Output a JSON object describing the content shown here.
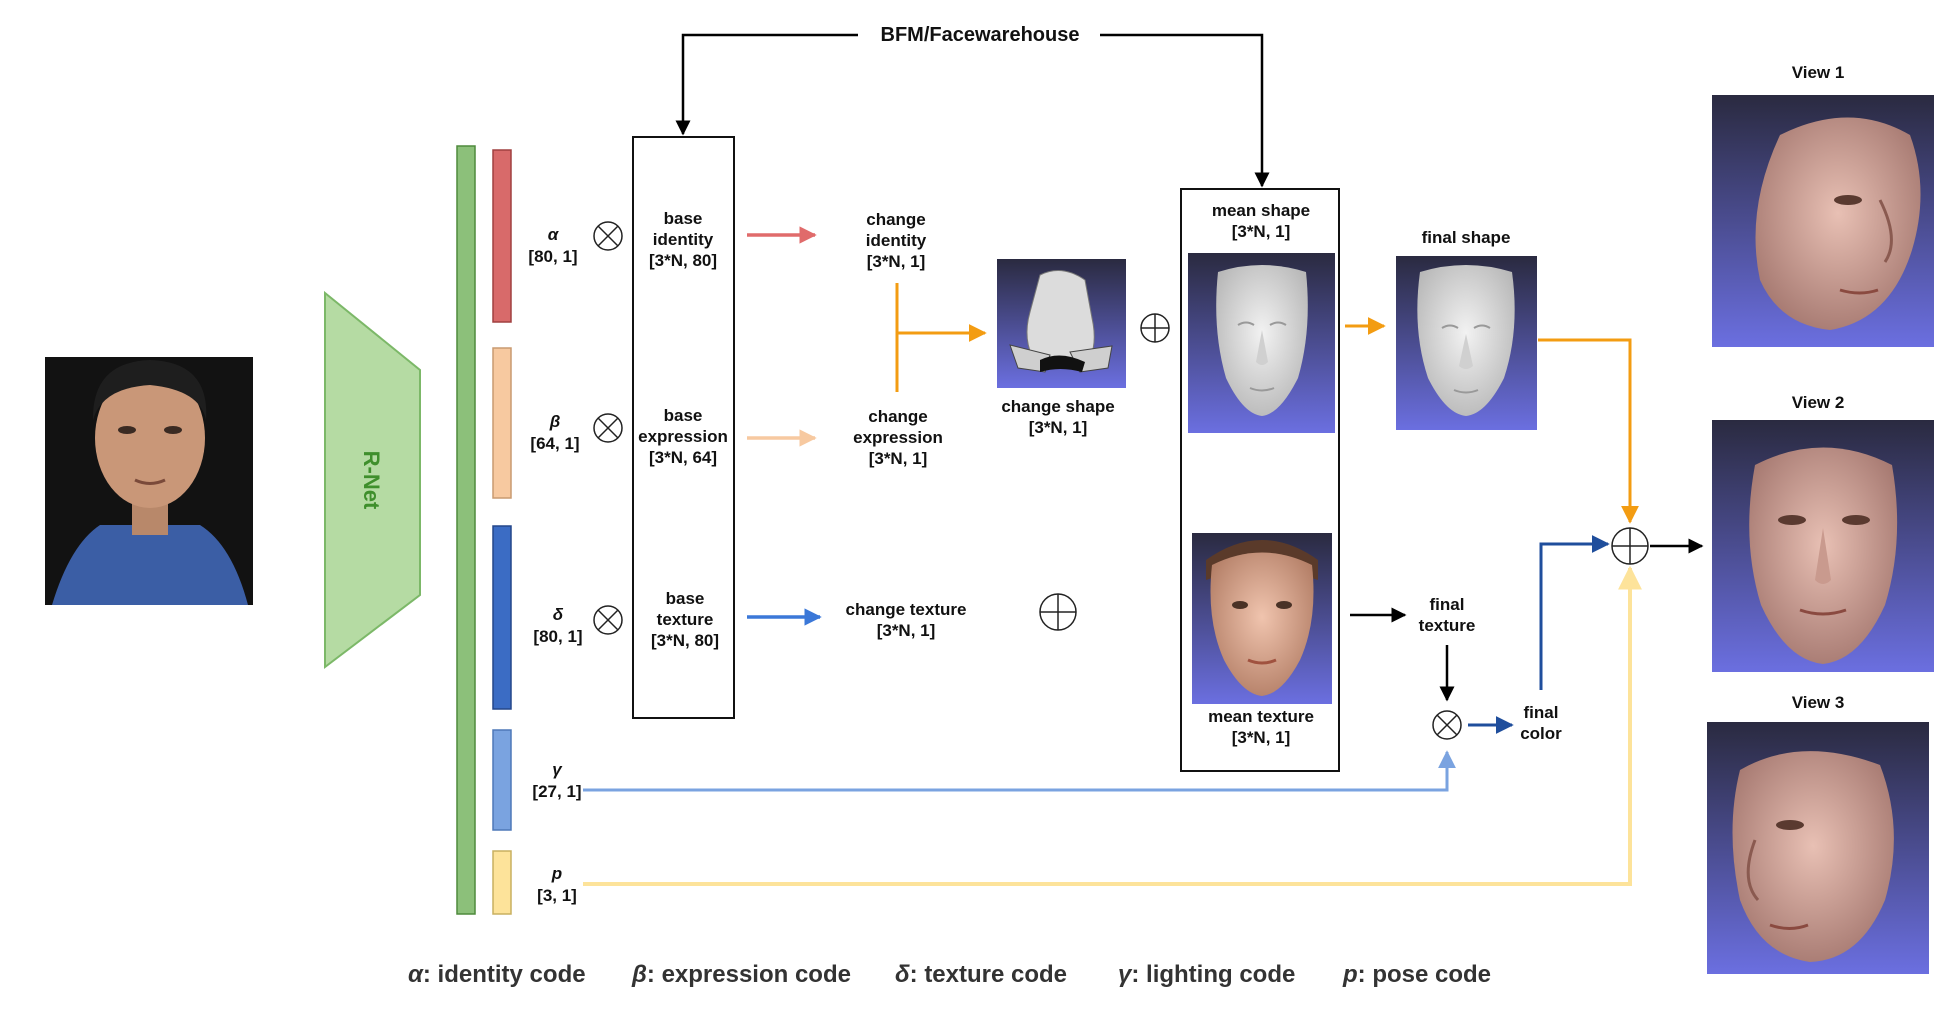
{
  "title": "BFM/Facewarehouse",
  "network": "R-Net",
  "codes": [
    {
      "symbol": "α",
      "dims": "[80, 1]",
      "color": "#d86a6a"
    },
    {
      "symbol": "β",
      "dims": "[64, 1]",
      "color": "#f7c9a0"
    },
    {
      "symbol": "δ",
      "dims": "[80, 1]",
      "color": "#3b6cc4"
    },
    {
      "symbol": "γ",
      "dims": "[27, 1]",
      "color": "#7aa3e0"
    },
    {
      "symbol": "p",
      "dims": "[3, 1]",
      "color": "#fde39a"
    }
  ],
  "bases": [
    {
      "line1": "base",
      "line2": "identity",
      "line3": "[3*N, 80]"
    },
    {
      "line1": "base",
      "line2": "expression",
      "line3": "[3*N, 64]"
    },
    {
      "line1": "base",
      "line2": "texture",
      "line3": "[3*N, 80]"
    }
  ],
  "changes": {
    "identity": {
      "line1": "change",
      "line2": "identity",
      "line3": "[3*N, 1]"
    },
    "expression": {
      "line1": "change",
      "line2": "expression",
      "line3": "[3*N, 1]"
    },
    "texture": {
      "line1": "change texture",
      "line2": "[3*N, 1]"
    },
    "shape": {
      "line1": "change shape",
      "line2": "[3*N, 1]"
    }
  },
  "mean": {
    "shape": {
      "line1": "mean shape",
      "line2": "[3*N, 1]"
    },
    "texture": {
      "line1": "mean texture",
      "line2": "[3*N, 1]"
    }
  },
  "final": {
    "shape": "final shape",
    "texture": {
      "line1": "final",
      "line2": "texture"
    },
    "color": {
      "line1": "final",
      "line2": "color"
    }
  },
  "views": [
    "View 1",
    "View 2",
    "View 3"
  ],
  "legend": [
    {
      "symbol": "α",
      "text": ": identity code"
    },
    {
      "symbol": "β",
      "text": ": expression code"
    },
    {
      "symbol": "δ",
      "text": ": texture code"
    },
    {
      "symbol": "γ",
      "text": ": lighting code"
    },
    {
      "symbol": "p",
      "text": ": pose code"
    }
  ],
  "colors": {
    "identity_arrow": "#e06b6b",
    "expression_arrow": "#f7c9a0",
    "texture_arrow": "#3b78d8",
    "shape_arrow": "#f39c12",
    "lighting_line": "#7aa3e0",
    "pose_line": "#fde39a",
    "color_arrow": "#1f4e9c",
    "rnet_fill": "#b5dba3",
    "rnet_text": "#3f8f2c",
    "code_bar": "#8cc07a"
  }
}
